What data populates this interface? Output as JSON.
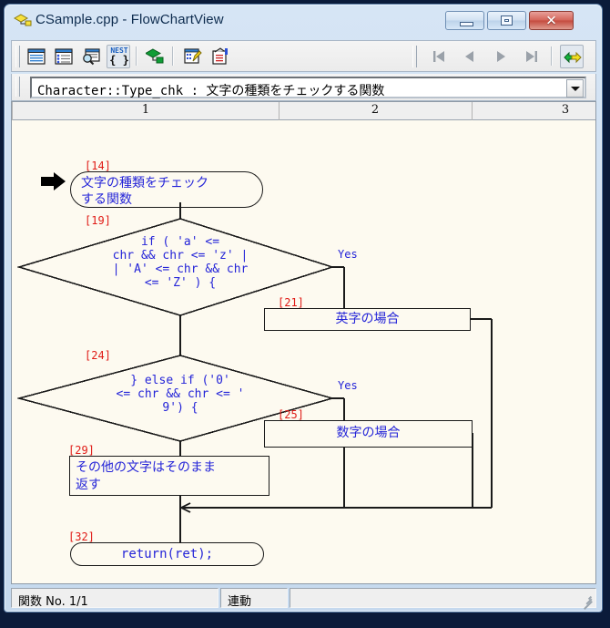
{
  "window": {
    "title": "CSample.cpp - FlowChartView",
    "icon": "flowchart-app-icon",
    "buttons": {
      "minimize": "minimize-button",
      "maximize": "maximize-button",
      "close": "close-button",
      "close_glyph": "✕"
    }
  },
  "toolbar": {
    "items": [
      {
        "name": "list-view-button",
        "icon": "list-lines-icon",
        "pressed": false
      },
      {
        "name": "detail-view-button",
        "icon": "list-detail-icon",
        "pressed": false
      },
      {
        "name": "search-view-button",
        "icon": "window-search-icon",
        "pressed": false
      },
      {
        "name": "nest-view-button",
        "icon": "nest-braces-icon",
        "pressed": true,
        "text_top": "NEST",
        "text_bottom": "{ }"
      },
      {
        "name": "flowchart-view-button",
        "icon": "flowchart-green-icon",
        "pressed": false
      },
      {
        "name": "edit-note-button",
        "icon": "edit-pencil-icon",
        "pressed": false
      },
      {
        "name": "properties-button",
        "icon": "clipboard-props-icon",
        "pressed": false
      }
    ],
    "nav": [
      {
        "name": "first-button",
        "icon": "skip-first-icon",
        "glyph": "⏮"
      },
      {
        "name": "previous-button",
        "icon": "triangle-left-icon",
        "glyph": "◀"
      },
      {
        "name": "next-button",
        "icon": "triangle-right-icon",
        "glyph": "▶"
      },
      {
        "name": "last-button",
        "icon": "skip-last-icon",
        "glyph": "⏭"
      }
    ],
    "sync": {
      "name": "sync-toggle-button",
      "icon": "green-yellow-arrows-icon",
      "pressed": true
    }
  },
  "function_selector": {
    "value": "Character::Type_chk : 文字の種類をチェックする関数",
    "dropdown_icon": "chevron-down-icon"
  },
  "ruler": {
    "marks": [
      "1",
      "2",
      "3"
    ]
  },
  "chart_data": {
    "type": "diagram",
    "title": "Character::Type_chk flowchart",
    "nodes": [
      {
        "id": "n14",
        "line": "[14]",
        "shape": "terminator",
        "text": "文字の種類をチェック\nする関数",
        "entry_marker": "black-right-arrow"
      },
      {
        "id": "n19",
        "line": "[19]",
        "shape": "decision",
        "text": "if ( 'a' <=\nchr && chr <= 'z' |\n| 'A' <= chr && chr\n<= 'Z' ) {",
        "branch_label": "Yes"
      },
      {
        "id": "n21",
        "line": "[21]",
        "shape": "process",
        "text": "英字の場合"
      },
      {
        "id": "n24",
        "line": "[24]",
        "shape": "decision",
        "text": "} else if ('0'\n<= chr && chr <= '\n9') {",
        "branch_label": "Yes"
      },
      {
        "id": "n25",
        "line": "[25]",
        "shape": "process",
        "text": "数字の場合"
      },
      {
        "id": "n29",
        "line": "[29]",
        "shape": "process",
        "text": "その他の文字はそのまま\n返す"
      },
      {
        "id": "n32",
        "line": "[32]",
        "shape": "terminator",
        "text": "return(ret);"
      }
    ],
    "edges": [
      {
        "from": "n14",
        "to": "n19"
      },
      {
        "from": "n19",
        "to": "n21",
        "label": "Yes"
      },
      {
        "from": "n19",
        "to": "n24"
      },
      {
        "from": "n24",
        "to": "n25",
        "label": "Yes"
      },
      {
        "from": "n24",
        "to": "n29"
      },
      {
        "from": "n29",
        "to": "n32"
      },
      {
        "from": "n21",
        "to": "n32"
      },
      {
        "from": "n25",
        "to": "n32"
      }
    ],
    "colors": {
      "node_text": "#2424d8",
      "line_label": "#e01b16",
      "stroke": "#1a1a1a",
      "canvas": "#fdfaf0"
    }
  },
  "status_bar": {
    "panes": [
      {
        "name": "function-counter-pane",
        "text": "関数 No. 1/1"
      },
      {
        "name": "link-mode-pane",
        "text": "連動"
      },
      {
        "name": "message-pane",
        "text": ""
      }
    ],
    "resize_grip": "resize-grip-icon"
  }
}
